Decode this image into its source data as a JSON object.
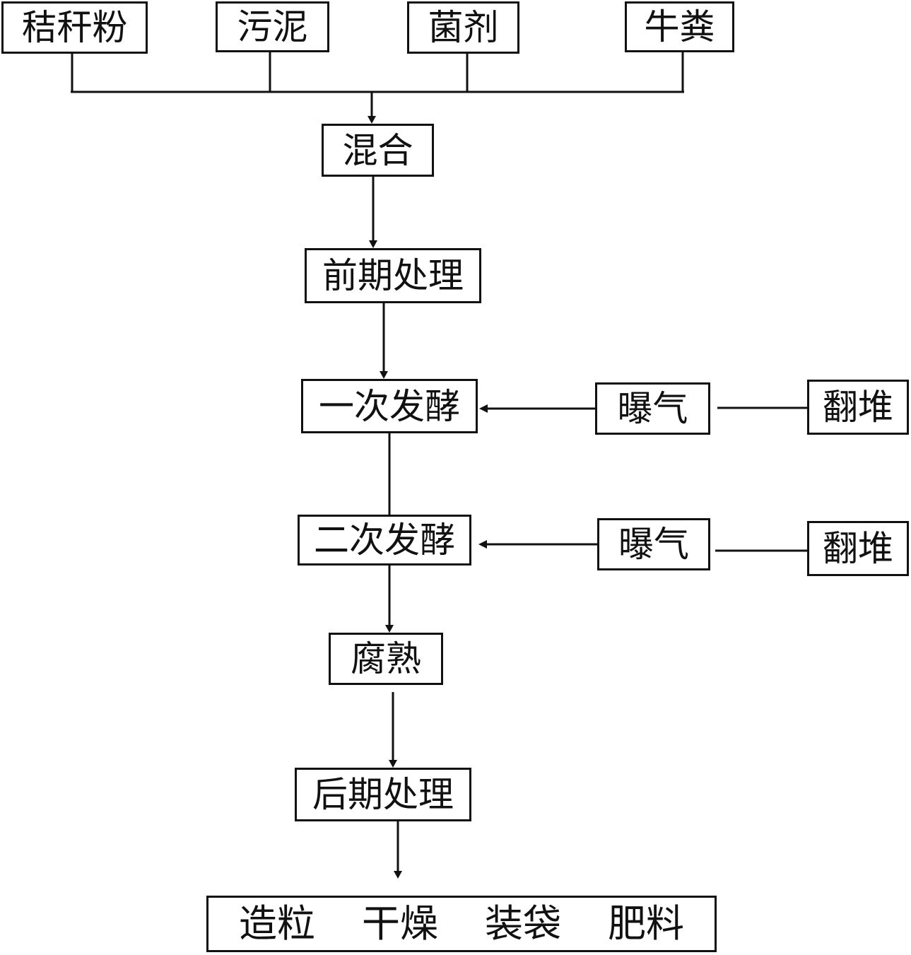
{
  "inputs": [
    "秸秆粉",
    "污泥",
    "菌剂",
    "牛粪"
  ],
  "mix": "混合",
  "pre_treatment": "前期处理",
  "primary_fermentation": "一次发酵",
  "secondary_fermentation": "二次发酵",
  "aeration_1": "曝气",
  "turning_1": "翻堆",
  "aeration_2": "曝气",
  "turning_2": "翻堆",
  "maturation": "腐熟",
  "post_treatment": "后期处理",
  "final_steps": [
    "造粒",
    "干燥",
    "装袋",
    "肥料"
  ]
}
